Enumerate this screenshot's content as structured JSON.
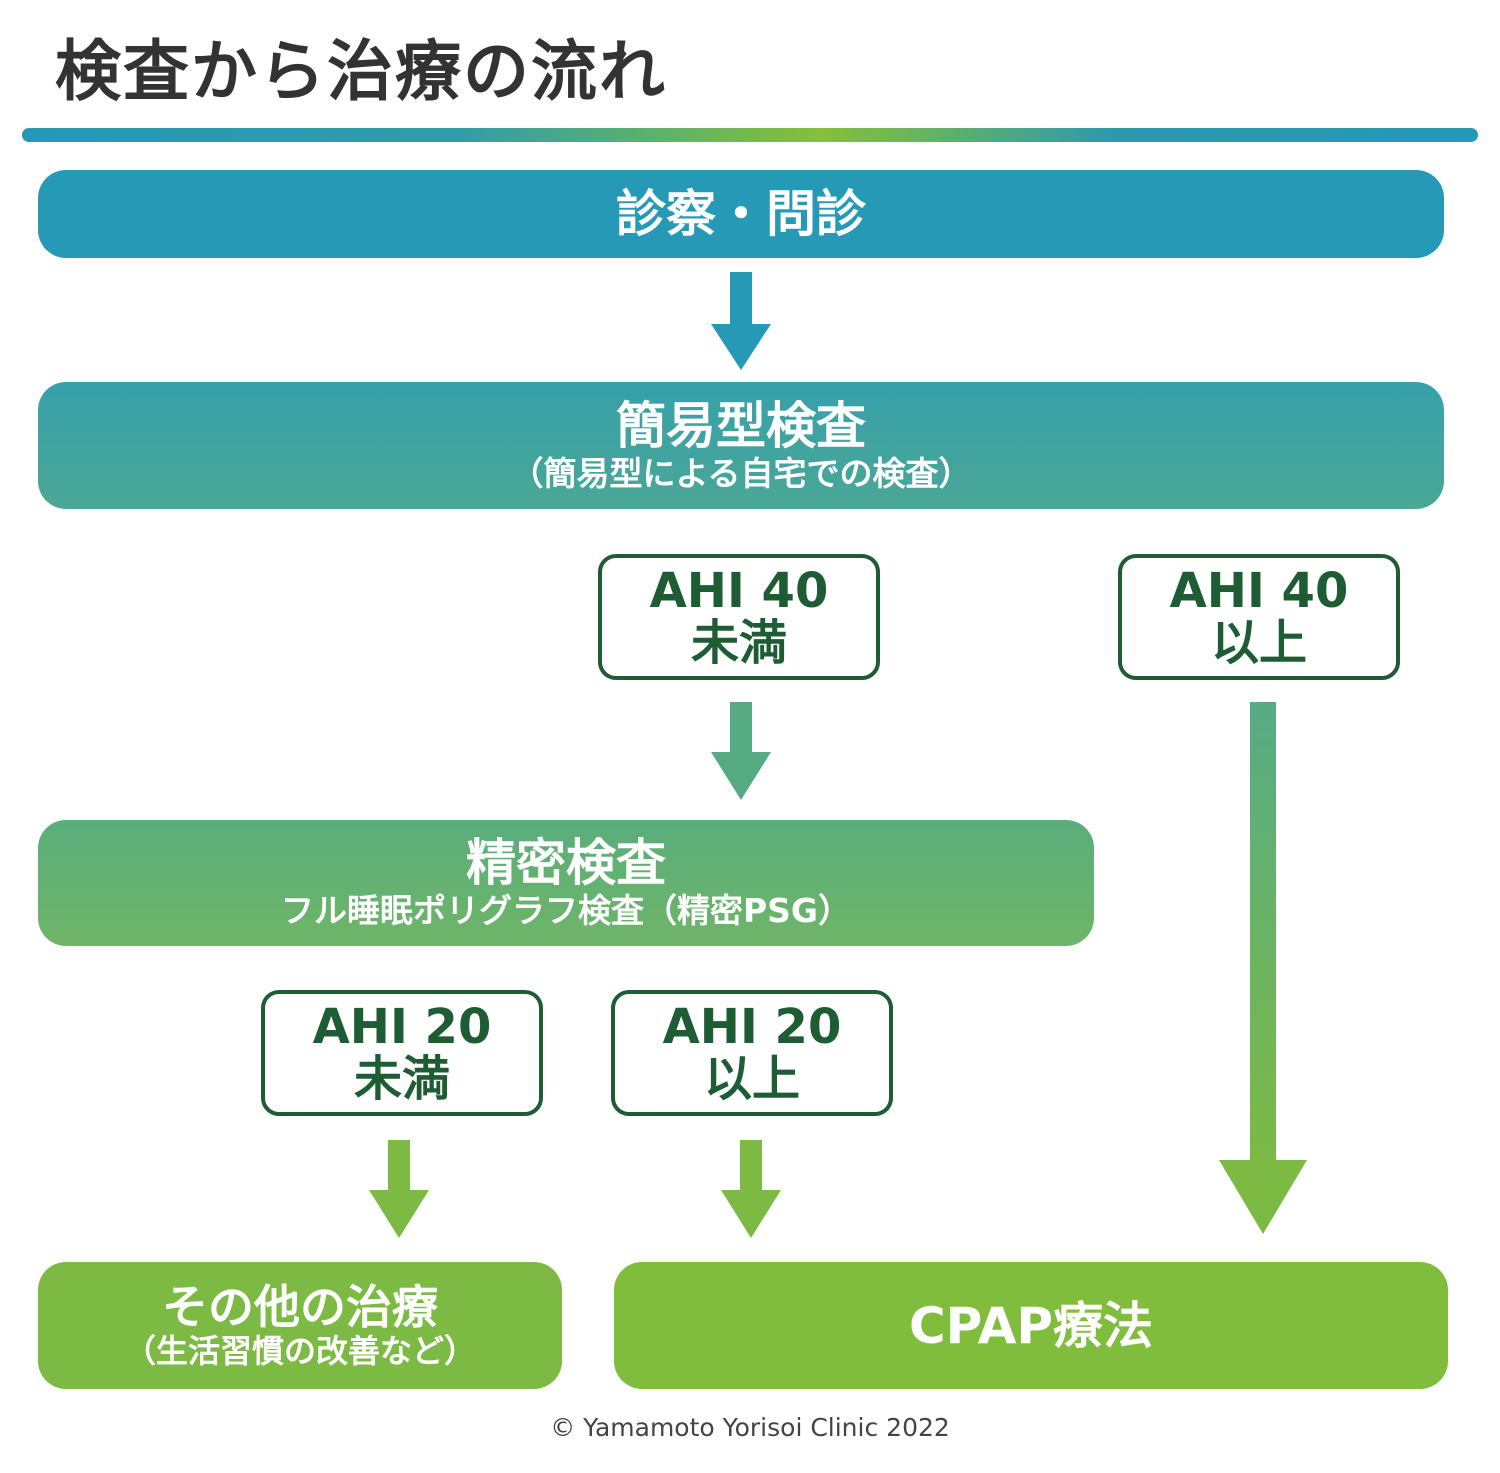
{
  "title": "検査から治療の流れ",
  "steps": {
    "consultation": {
      "main": "診察・問診"
    },
    "simple_test": {
      "main": "簡易型検査",
      "sub": "（簡易型による自宅での検査）"
    },
    "detailed_test": {
      "main": "精密検査",
      "sub": "フル睡眠ポリグラフ検査（精密PSG）"
    },
    "other_treatment": {
      "main": "その他の治療",
      "sub": "（生活習慣の改善など）"
    },
    "cpap": {
      "main": "CPAP療法"
    }
  },
  "conditions": {
    "ahi40_below": {
      "line1": "AHI 40",
      "line2": "未満"
    },
    "ahi40_above": {
      "line1": "AHI 40",
      "line2": "以上"
    },
    "ahi20_below": {
      "line1": "AHI 20",
      "line2": "未満"
    },
    "ahi20_above": {
      "line1": "AHI 20",
      "line2": "以上"
    }
  },
  "footer": {
    "copyright": "© Yamamoto Yorisoi Clinic 2022"
  },
  "colors": {
    "teal": "#2599b5",
    "green": "#80bd3c",
    "dark_green_border": "#1e5c34",
    "title_text": "#333333"
  }
}
